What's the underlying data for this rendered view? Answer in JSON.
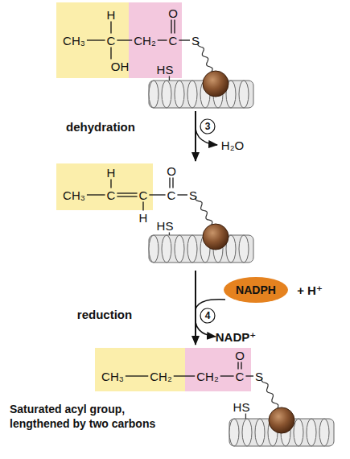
{
  "diagram": {
    "nodes": [
      {
        "text": [
          "NADPH"
        ]
      }
    ],
    "labels": [
      "CH₃",
      "C",
      "H",
      "OH",
      "CH₂",
      "C",
      "O",
      "S",
      "HS",
      "dehydration",
      "3",
      "H₂O",
      "CH₃",
      "C",
      "H",
      "C",
      "H",
      "C",
      "O",
      "S",
      "HS",
      "reduction",
      "4",
      "+ H⁺",
      "NADP⁺",
      "CH₃",
      "CH₂",
      "CH₂",
      "C",
      "O",
      "S",
      "Saturated acyl group, lengthened by two carbons",
      "HS"
    ]
  }
}
